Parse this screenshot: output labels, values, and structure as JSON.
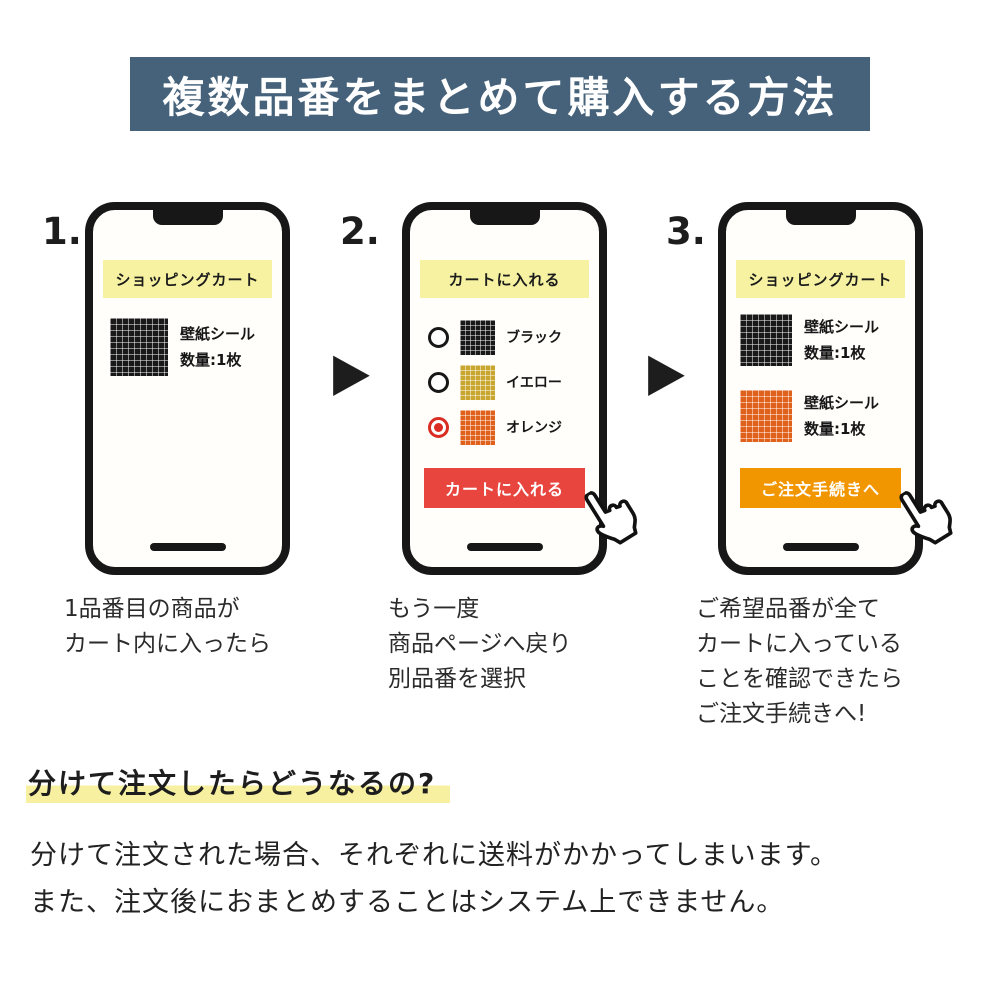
{
  "header": {
    "title": "複数品番をまとめて購入する方法"
  },
  "steps": [
    {
      "number": "1.",
      "screen_title": "ショッピングカート",
      "cart_items": [
        {
          "swatch": "black",
          "label": "壁紙シール\n数量:1枚"
        }
      ],
      "caption": "1品番目の商品が\nカート内に入ったら"
    },
    {
      "number": "2.",
      "screen_title": "カートに入れる",
      "options": [
        {
          "swatch": "black",
          "label": "ブラック",
          "selected": false
        },
        {
          "swatch": "yellow",
          "label": "イエロー",
          "selected": false
        },
        {
          "swatch": "orange",
          "label": "オレンジ",
          "selected": true
        }
      ],
      "button_label": "カートに入れる",
      "caption": "もう一度\n商品ページへ戻り\n別品番を選択"
    },
    {
      "number": "3.",
      "screen_title": "ショッピングカート",
      "cart_items": [
        {
          "swatch": "black",
          "label": "壁紙シール\n数量:1枚"
        },
        {
          "swatch": "orange",
          "label": "壁紙シール\n数量:1枚"
        }
      ],
      "button_label": "ご注文手続きへ",
      "caption": "ご希望品番が全て\nカートに入っている\nことを確認できたら\nご注文手続きへ!"
    }
  ],
  "faq": {
    "heading": "分けて注文したらどうなるの?",
    "body": "分けて注文された場合、それぞれに送料がかかってしまいます。\nまた、注文後におまとめすることはシステム上できません。"
  },
  "icons": {
    "step_arrow": "▶"
  },
  "colors": {
    "banner_bg": "#45627a",
    "screen_bar_bg": "#f6f2a2",
    "add_btn_bg": "#e8453f",
    "order_btn_bg": "#f29600",
    "highlight": "#f6f0a0",
    "radio_selected": "#d92c22",
    "tile_black": "#191919",
    "tile_yellow": "#c8a62f",
    "tile_orange": "#e0611c"
  }
}
